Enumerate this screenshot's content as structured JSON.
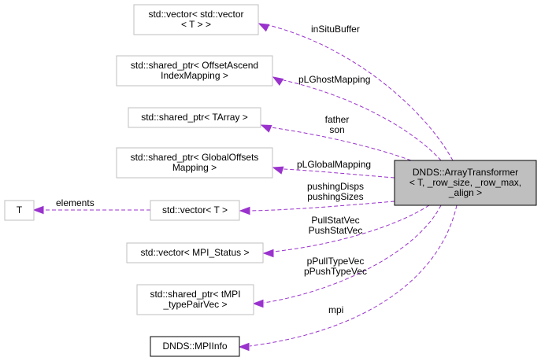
{
  "nodes": {
    "array_transformer": [
      "DNDS::ArrayTransformer",
      "< T, _row_size, _row_max,",
      "_align >"
    ],
    "vector_vector": [
      "std::vector< std::vector",
      "< T > >"
    ],
    "offset_ascend": [
      "std::shared_ptr< OffsetAscend",
      "IndexMapping >"
    ],
    "tarray": [
      "std::shared_ptr< TArray >"
    ],
    "global_offsets": [
      "std::shared_ptr< GlobalOffsets",
      "Mapping >"
    ],
    "vector_t": [
      "std::vector< T >"
    ],
    "t": [
      "T"
    ],
    "mpi_status": [
      "std::vector< MPI_Status >"
    ],
    "tmpi_type": [
      "std::shared_ptr< tMPI",
      "_typePairVec >"
    ],
    "mpi_info": [
      "DNDS::MPIInfo"
    ]
  },
  "edge_labels": {
    "in_situ_buffer": [
      "inSituBuffer"
    ],
    "p_lghost_mapping": [
      "pLGhostMapping"
    ],
    "father_son": [
      "father",
      "son"
    ],
    "p_lglobal_mapping": [
      "pLGlobalMapping"
    ],
    "pushing": [
      "pushingDisps",
      "pushingSizes"
    ],
    "elements": [
      "elements"
    ],
    "stat_vec": [
      "PullStatVec",
      "PushStatVec"
    ],
    "type_vec": [
      "pPullTypeVec",
      "pPushTypeVec"
    ],
    "mpi": [
      "mpi"
    ]
  },
  "colors": {
    "edge": "#9a32cd",
    "main_node_fill": "#bfbfbf",
    "node_border": "#bfbfbf"
  }
}
